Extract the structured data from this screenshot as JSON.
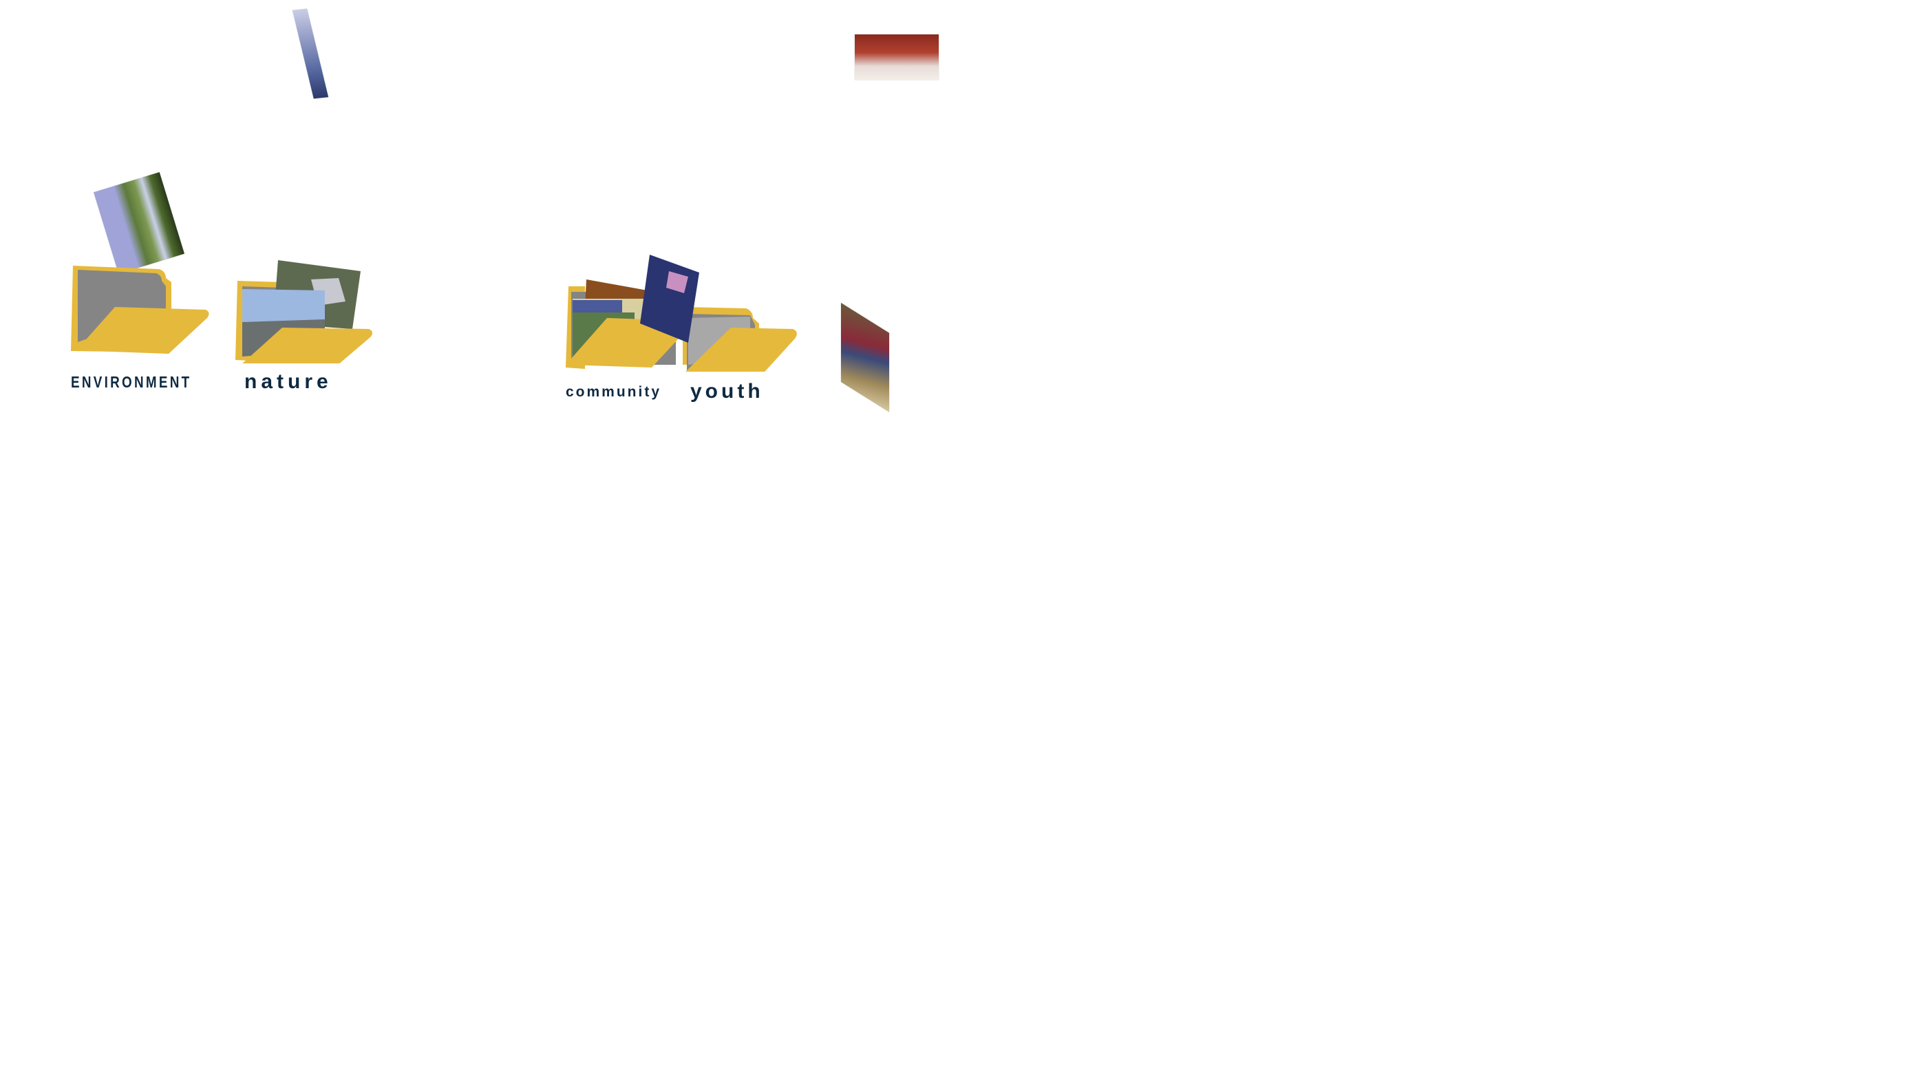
{
  "folders": [
    {
      "id": "environment",
      "label": "ENVIRONMENT"
    },
    {
      "id": "nature",
      "label": "nature"
    },
    {
      "id": "community",
      "label": "community"
    },
    {
      "id": "youth",
      "label": "youth"
    }
  ],
  "colors": {
    "folder": "#e5b93c",
    "folder_inner": "#858585",
    "label": "#0f2a42"
  }
}
